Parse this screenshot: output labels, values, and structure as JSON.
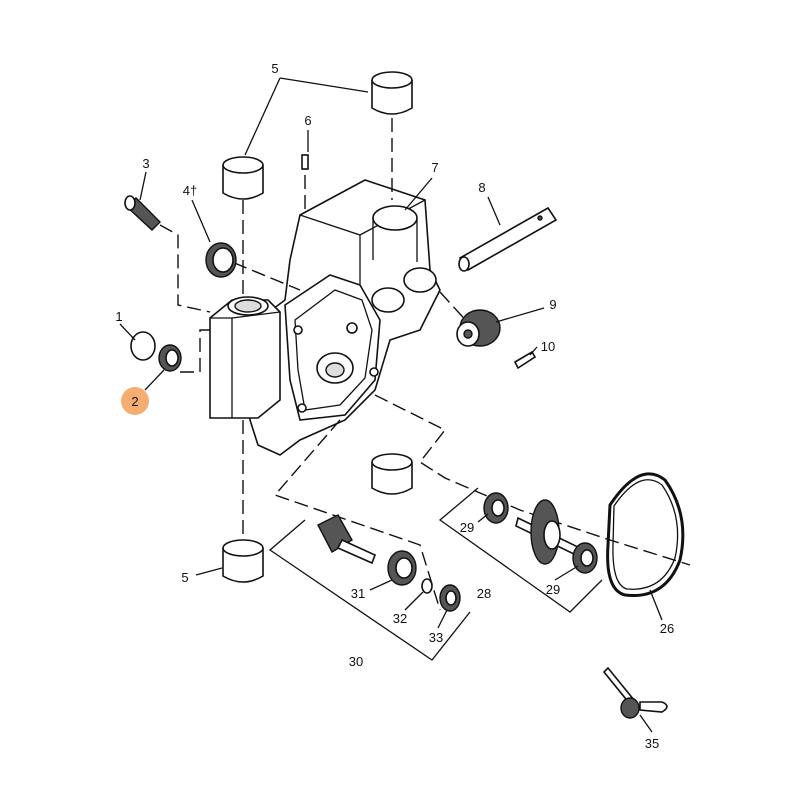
{
  "diagram": {
    "highlight_color": "#F6AD72",
    "highlighted_callout": "2",
    "callouts": {
      "c5_top": "5",
      "c6": "6",
      "c3": "3",
      "c4": "4†",
      "c7": "7",
      "c8": "8",
      "c9": "9",
      "c10": "10",
      "c1": "1",
      "c2": "2",
      "c5_bottom": "5",
      "c29_a": "29",
      "c29_b": "29",
      "c28": "28",
      "c31": "31",
      "c32": "32",
      "c33": "33",
      "c30": "30",
      "c26": "26",
      "c35": "35"
    }
  }
}
